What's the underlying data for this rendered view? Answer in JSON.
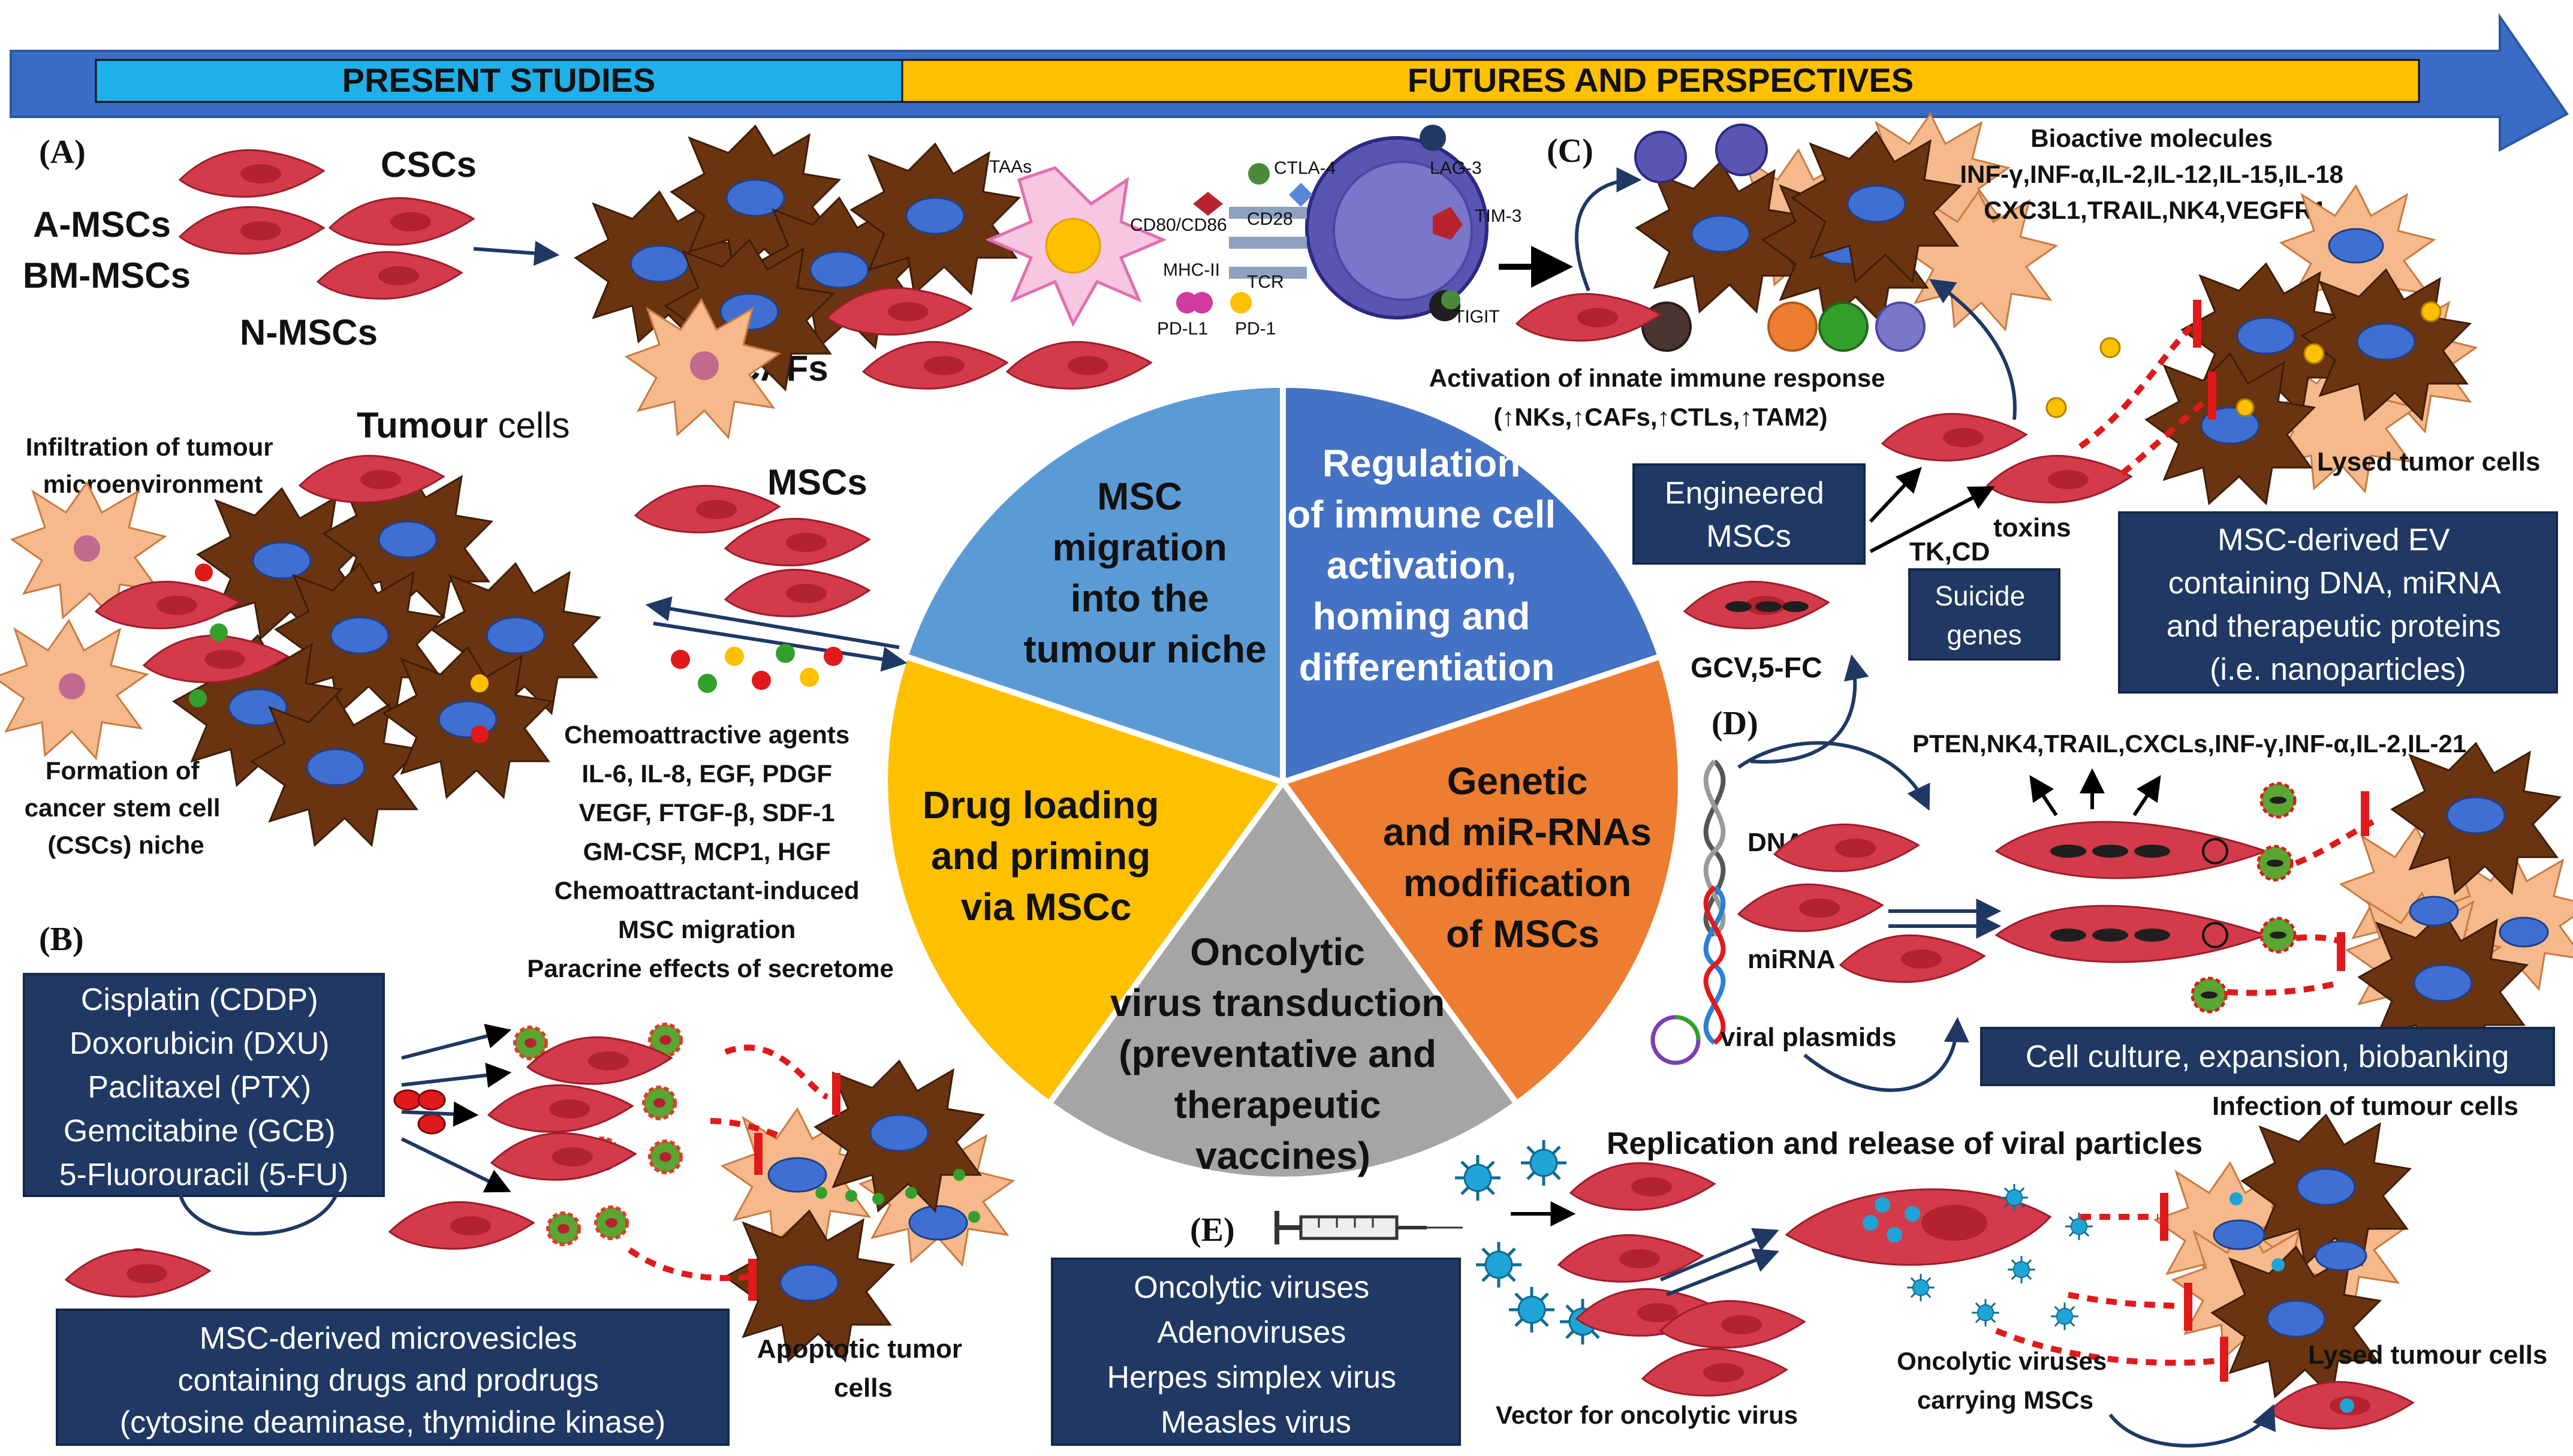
{
  "banner": {
    "present": "PRESENT STUDIES",
    "futures": "FUTURES AND PERSPECTIVES",
    "colors": {
      "arrow": "#3a6bc5",
      "present": "#1fb0ea",
      "futures": "#ffc000"
    }
  },
  "wheel": {
    "segments": [
      {
        "id": "migration",
        "lines": [
          "MSC",
          "migration",
          "into the",
          "tumour niche"
        ],
        "color": "#5b9bd5",
        "text_color": "#111111"
      },
      {
        "id": "regulation",
        "lines": [
          "Regulation",
          "of immune cell",
          "activation,",
          "homing and",
          "differentiation"
        ],
        "color": "#4472c4",
        "text_color": "#ffffff"
      },
      {
        "id": "genetic",
        "lines": [
          "Genetic",
          "and miR-RNAs",
          "modification",
          "of MSCs"
        ],
        "color": "#ed7d31",
        "text_color": "#111111"
      },
      {
        "id": "oncolytic",
        "lines": [
          "Oncolytic",
          "virus transduction",
          "(preventative and",
          "therapeutic",
          "vaccines)"
        ],
        "color": "#a5a5a5",
        "text_color": "#111111"
      },
      {
        "id": "drug",
        "lines": [
          "Drug loading",
          "and priming",
          "via MSCc"
        ],
        "color": "#ffc000",
        "text_color": "#111111"
      }
    ]
  },
  "section_a": {
    "letter": "(A)",
    "msc_sources": [
      "A-MSCs",
      "BM-MSCs",
      "N-MSCs"
    ],
    "cscs": "CSCs",
    "cafs": "CAFs",
    "immune_labels": [
      "TAAs",
      "CD80/CD86",
      "CD28",
      "CTLA-4",
      "LAG-3",
      "TIM-3",
      "MHC-II",
      "TCR",
      "PD-L1",
      "PD-1",
      "TIGIT"
    ],
    "tumour_cells_bold": "Tumour",
    "tumour_cells_rest": " cells",
    "mscs": "MSCs",
    "infiltration": [
      "Infiltration of tumour",
      "microenvironment"
    ],
    "formation": [
      "Formation of",
      "cancer stem  cell",
      "(CSCs) niche"
    ],
    "chemo": [
      "Chemoattractive agents",
      "IL-6, IL-8, EGF, PDGF",
      "VEGF, FTGF-β, SDF-1",
      "GM-CSF, MCP1, HGF",
      "Chemoattractant-induced",
      "MSC migration",
      "Paracrine effects of secretome"
    ]
  },
  "section_b": {
    "letter": "(B)",
    "drugs": [
      "Cisplatin (CDDP)",
      "Doxorubicin (DXU)",
      "Paclitaxel (PTX)",
      "Gemcitabine (GCB)",
      "5-Fluorouracil (5-FU)"
    ],
    "microvesicles": [
      "MSC-derived microvesicles",
      "containing drugs and prodrugs",
      "(cytosine deaminase, thymidine kinase)"
    ],
    "apoptotic": [
      "Apoptotic tumor",
      "cells"
    ]
  },
  "section_c": {
    "letter": "(C)",
    "bioactive": [
      "Bioactive molecules",
      "INF-γ,INF-α,IL-2,IL-12,IL-15,IL-18",
      "CXC3L1,TRAIL,NK4,VEGFR1"
    ],
    "innate": [
      "Activation of innate immune response",
      "(↑NKs,↑CAFs,↑CTLs,↑TAM2)"
    ],
    "engineered": [
      "Engineered",
      "MSCs"
    ],
    "tkcd": "TK,CD",
    "toxins": "toxins",
    "suicide": [
      "Suicide",
      "genes"
    ],
    "gcv": "GCV,5-FC",
    "lysed": "Lysed tumor cells",
    "ev": [
      "MSC-derived EV",
      "containing DNA, miRNA",
      "and therapeutic proteins",
      "(i.e. nanoparticles)"
    ]
  },
  "section_d": {
    "letter": "(D)",
    "factors": "PTEN,NK4,TRAIL,CXCLs,INF-γ,INF-α,IL-2,IL-21",
    "dna": "DNA",
    "mirna": "miRNA",
    "plasmids": "viral plasmids",
    "culture": "Cell culture, expansion, biobanking",
    "infection": "Infection of tumour cells"
  },
  "section_e": {
    "letter": "(E)",
    "replication": "Replication and release of viral particles",
    "viruses": [
      "Oncolytic viruses",
      "Adenoviruses",
      "Herpes simplex virus",
      "Measles virus"
    ],
    "vector": "Vector for oncolytic virus",
    "carrying": [
      "Oncolytic viruses",
      "carrying MSCs"
    ],
    "lysed": "Lysed tumour cells"
  }
}
